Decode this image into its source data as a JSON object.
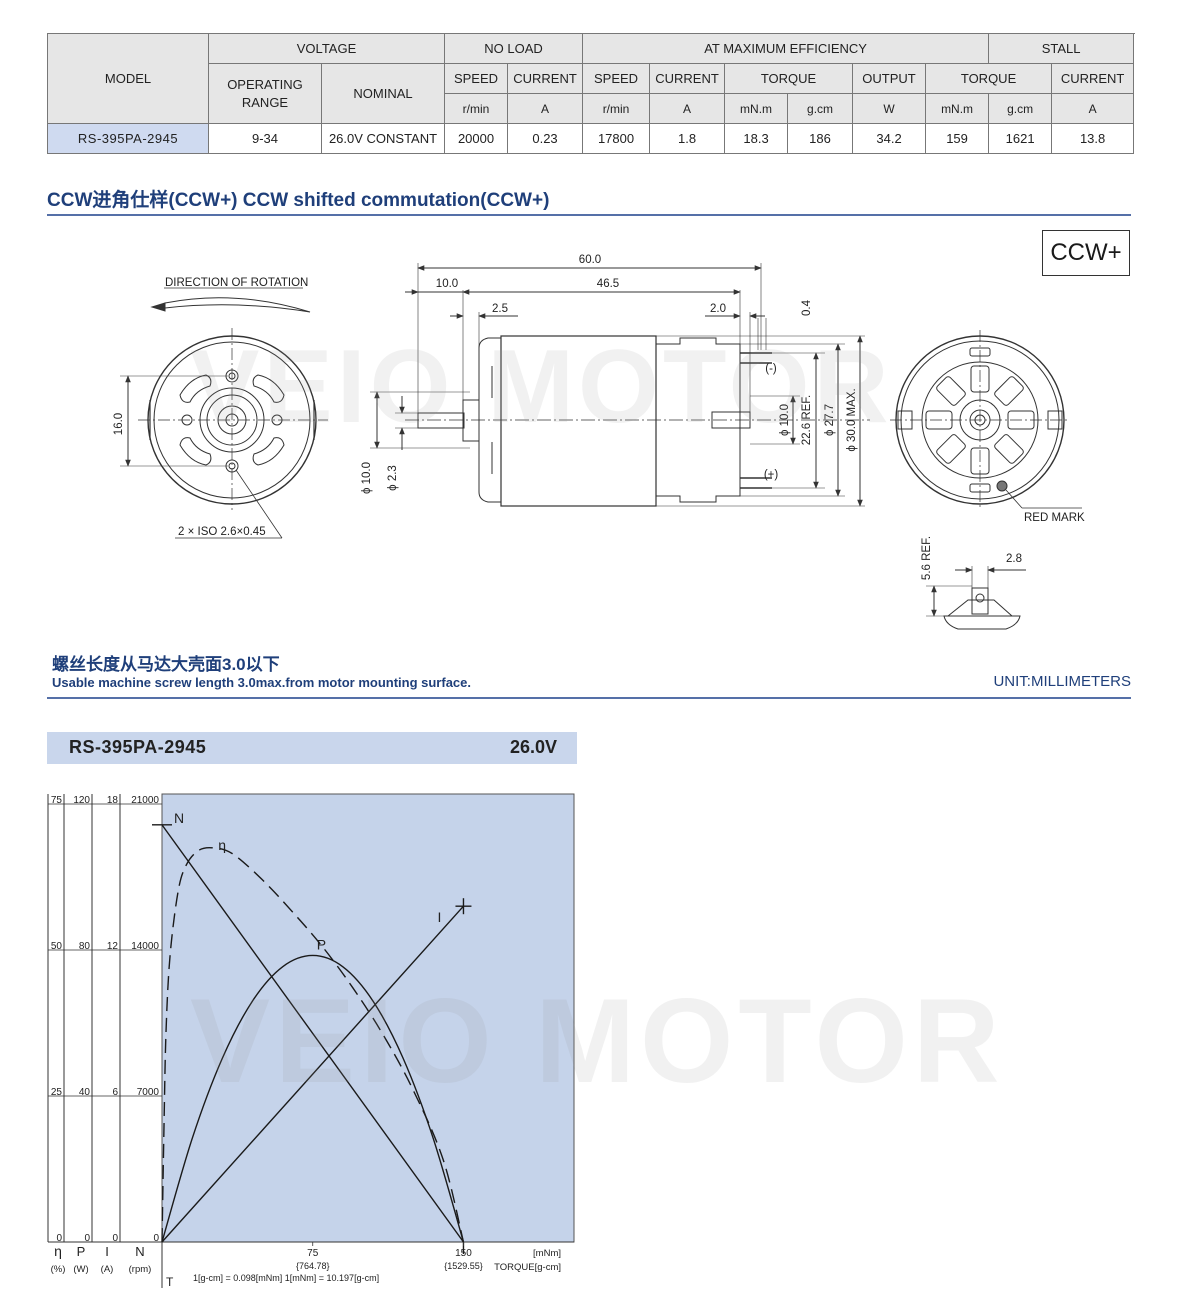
{
  "spec_table": {
    "model_header": "MODEL",
    "voltage_header": "VOLTAGE",
    "operating_range_header": "OPERATING RANGE",
    "nominal_header": "NOMINAL",
    "no_load_header": "NO LOAD",
    "max_eff_header": "AT MAXIMUM EFFICIENCY",
    "stall_header": "STALL",
    "speed": "SPEED",
    "current": "CURRENT",
    "torque": "TORQUE",
    "output": "OUTPUT",
    "units": {
      "rmin": "r/min",
      "amp": "A",
      "mnm": "mN.m",
      "gcm": "g.cm",
      "watt": "W"
    },
    "row": {
      "model": "RS-395PA-2945",
      "operating_range": "9-34",
      "nominal": "26.0V CONSTANT",
      "nl_speed": "20000",
      "nl_current": "0.23",
      "me_speed": "17800",
      "me_current": "1.8",
      "me_torque_mnm": "18.3",
      "me_torque_gcm": "186",
      "me_output": "34.2",
      "st_torque_mnm": "159",
      "st_torque_gcm": "1621",
      "st_current": "13.8"
    }
  },
  "section1_title": "CCW进角仕样(CCW+)  CCW shifted commutation(CCW+)",
  "ccw_badge": "CCW+",
  "watermark": "VEIO MOTOR",
  "drawing": {
    "direction_label": "DIRECTION OF ROTATION",
    "dim_16": "16.0",
    "screw_label": "2 × ISO 2.6×0.45",
    "dim_60": "60.0",
    "dim_10": "10.0",
    "dim_465": "46.5",
    "dim_25": "2.5",
    "dim_20": "2.0",
    "dim_04": "0.4",
    "minus": "(-)",
    "plus": "(+)",
    "dia10_right": "ϕ 10.0",
    "ref226": "22.6 REF.",
    "dia277": "ϕ 27.7",
    "dia300": "ϕ 30.0 MAX.",
    "dia10_left": "ϕ 10.0",
    "dia23": "ϕ 2.3",
    "red_mark": "RED MARK",
    "ref56": "5.6 REF.",
    "dim_28": "2.8"
  },
  "screw_note_cn": "螺丝长度从马达大壳面3.0以下",
  "screw_note_en": "Usable machine screw length 3.0max.from motor mounting surface.",
  "unit_label": "UNIT:MILLIMETERS",
  "perf_model": "RS-395PA-2945",
  "perf_voltage": "26.0V",
  "chart_data": {
    "type": "line",
    "title": "",
    "xlabel": "TORQUE[g-cm]",
    "x_unit_top": "[mNm]",
    "x_ticks_mnm": [
      "75",
      "150"
    ],
    "x_ticks_gcm": [
      "{764.78}",
      "{1529.55}"
    ],
    "conversion_note": "1[g-cm] = 0.098[mNm]  1[mNm] = 10.197[g-cm]",
    "axis_letter_T": "T",
    "x_range_mnm": [
      0,
      205
    ],
    "y_axes": [
      {
        "symbol": "η",
        "unit": "(%)",
        "ticks": [
          "0",
          "25",
          "50",
          "75"
        ],
        "max": 75
      },
      {
        "symbol": "P",
        "unit": "(W)",
        "ticks": [
          "0",
          "40",
          "80",
          "120"
        ],
        "max": 120
      },
      {
        "symbol": "I",
        "unit": "(A)",
        "ticks": [
          "0",
          "6",
          "12",
          "18"
        ],
        "max": 18
      },
      {
        "symbol": "N",
        "unit": "(rpm)",
        "ticks": [
          "0",
          "7000",
          "14000",
          "21000"
        ],
        "max": 21000
      }
    ],
    "series": [
      {
        "name": "N",
        "axis": "N",
        "style": "solid",
        "x": [
          0,
          150
        ],
        "y": [
          20000,
          0
        ]
      },
      {
        "name": "I",
        "axis": "I",
        "style": "solid",
        "x": [
          0,
          150
        ],
        "y": [
          0,
          13.8
        ]
      },
      {
        "name": "P",
        "axis": "P",
        "style": "solid",
        "x": [
          0,
          15,
          30,
          45,
          60,
          75,
          90,
          105,
          120,
          135,
          150
        ],
        "y": [
          0,
          28.3,
          50.3,
          66.0,
          75.4,
          78.5,
          75.4,
          66.0,
          50.3,
          28.3,
          0
        ]
      },
      {
        "name": "η",
        "axis": "η",
        "style": "dashed",
        "x": [
          0,
          1,
          2,
          4,
          8,
          12,
          18,
          25,
          35,
          50,
          65,
          80,
          95,
          110,
          125,
          140,
          150
        ],
        "y": [
          0,
          20,
          36,
          49,
          60,
          64.5,
          67,
          67.5,
          66.5,
          62,
          56.5,
          50.5,
          43.5,
          35.5,
          26,
          14,
          0
        ]
      }
    ]
  }
}
